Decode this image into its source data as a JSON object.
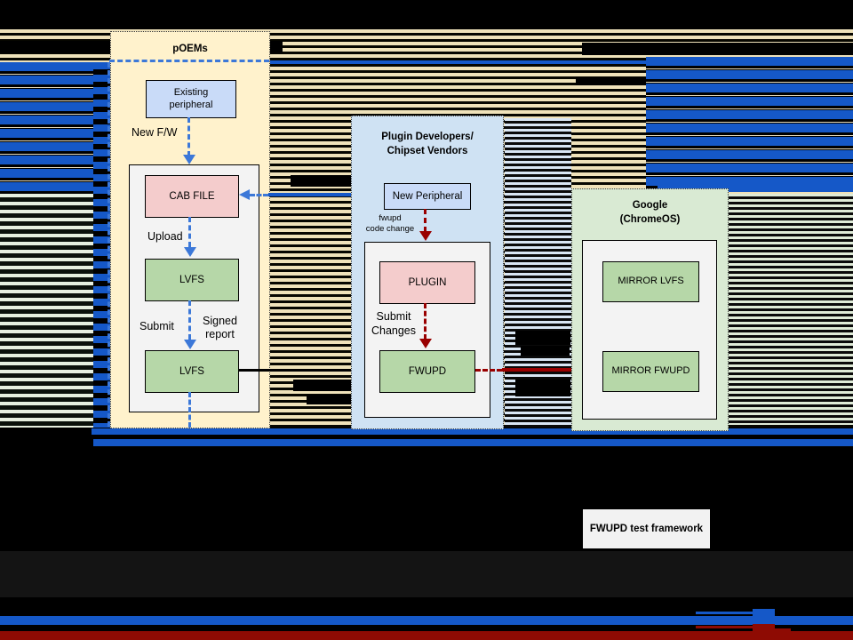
{
  "diagram": {
    "poems": {
      "title": "pOEMs",
      "existing_peripheral": "Existing\nperipheral",
      "new_fw_label": "New F/W",
      "cab_file": "CAB FILE",
      "upload_label": "Upload",
      "lvfs_top": "LVFS",
      "submit_label": "Submit",
      "signed_report_label": "Signed\nreport",
      "lvfs_bottom": "LVFS"
    },
    "plugin_devs": {
      "title": "Plugin Developers/\nChipset Vendors",
      "new_peripheral": "New Peripheral",
      "fwupd_code_change_label": "fwupd\ncode change",
      "plugin_box": "PLUGIN",
      "submit_changes_label": "Submit\nChanges",
      "fwupd_box": "FWUPD"
    },
    "google": {
      "title": "Google\n(ChromeOS)",
      "mirror_lvfs": "MIRROR LVFS",
      "mirror_fwupd": "MIRROR FWUPD"
    },
    "test_framework_label": "FWUPD test framework"
  },
  "colors": {
    "accent_blue": "#1558C8",
    "arrow_blue": "#3C78D8",
    "arrow_dark_red": "#990000",
    "bottom_red_bar": "#8E0B03",
    "glitch_tan": "#EFE2BA",
    "container_yellow": "#FFF2CC",
    "container_light_blue": "#CFE2F3",
    "container_light_green": "#D9EAD3",
    "box_blue": "#C9DAF8",
    "box_pink": "#F4CCCC",
    "box_green": "#B6D7A8",
    "inner_panel_gray": "#F3F3F3"
  }
}
